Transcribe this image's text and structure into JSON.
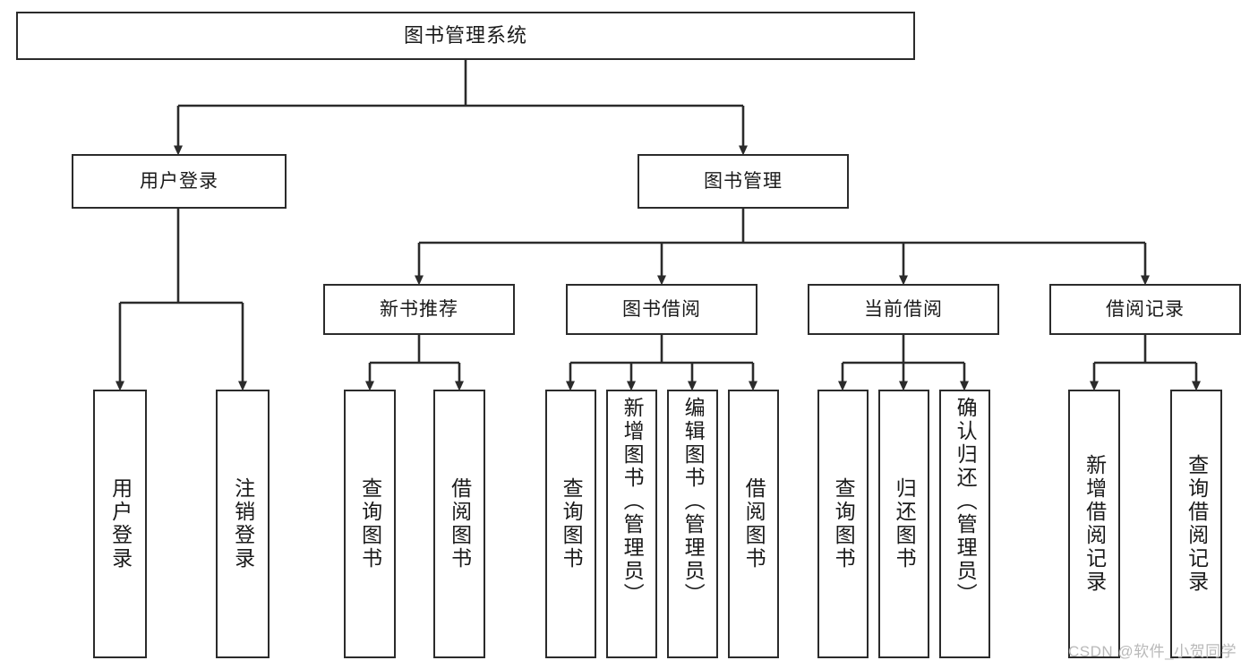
{
  "diagram": {
    "type": "tree",
    "title": "图书管理系统",
    "orientation": "top-down",
    "colors": {
      "background": "#ffffff",
      "box_fill": "#ffffff",
      "box_border": "#2b2b2b",
      "connector": "#2b2b2b",
      "watermark": "#b9b9b9"
    },
    "root": {
      "label": "图书管理系统"
    },
    "level1": [
      {
        "label": "用户登录"
      },
      {
        "label": "图书管理"
      }
    ],
    "level2": [
      {
        "label": "新书推荐"
      },
      {
        "label": "图书借阅"
      },
      {
        "label": "当前借阅"
      },
      {
        "label": "借阅记录"
      }
    ],
    "leaves": {
      "user_login": [
        {
          "label": "用户登录"
        },
        {
          "label": "注销登录"
        }
      ],
      "new_book_recommend": [
        {
          "label": "查询图书"
        },
        {
          "label": "借阅图书"
        }
      ],
      "book_borrow": [
        {
          "label": "查询图书"
        },
        {
          "label": "新增图书（管理员）"
        },
        {
          "label": "编辑图书（管理员）"
        },
        {
          "label": "借阅图书"
        }
      ],
      "current_borrow": [
        {
          "label": "查询图书"
        },
        {
          "label": "归还图书"
        },
        {
          "label": "确认归还（管理员）"
        }
      ],
      "borrow_record": [
        {
          "label": "新增借阅记录"
        },
        {
          "label": "查询借阅记录"
        }
      ]
    }
  },
  "watermark": {
    "text": "CSDN @软件_小贺同学"
  }
}
